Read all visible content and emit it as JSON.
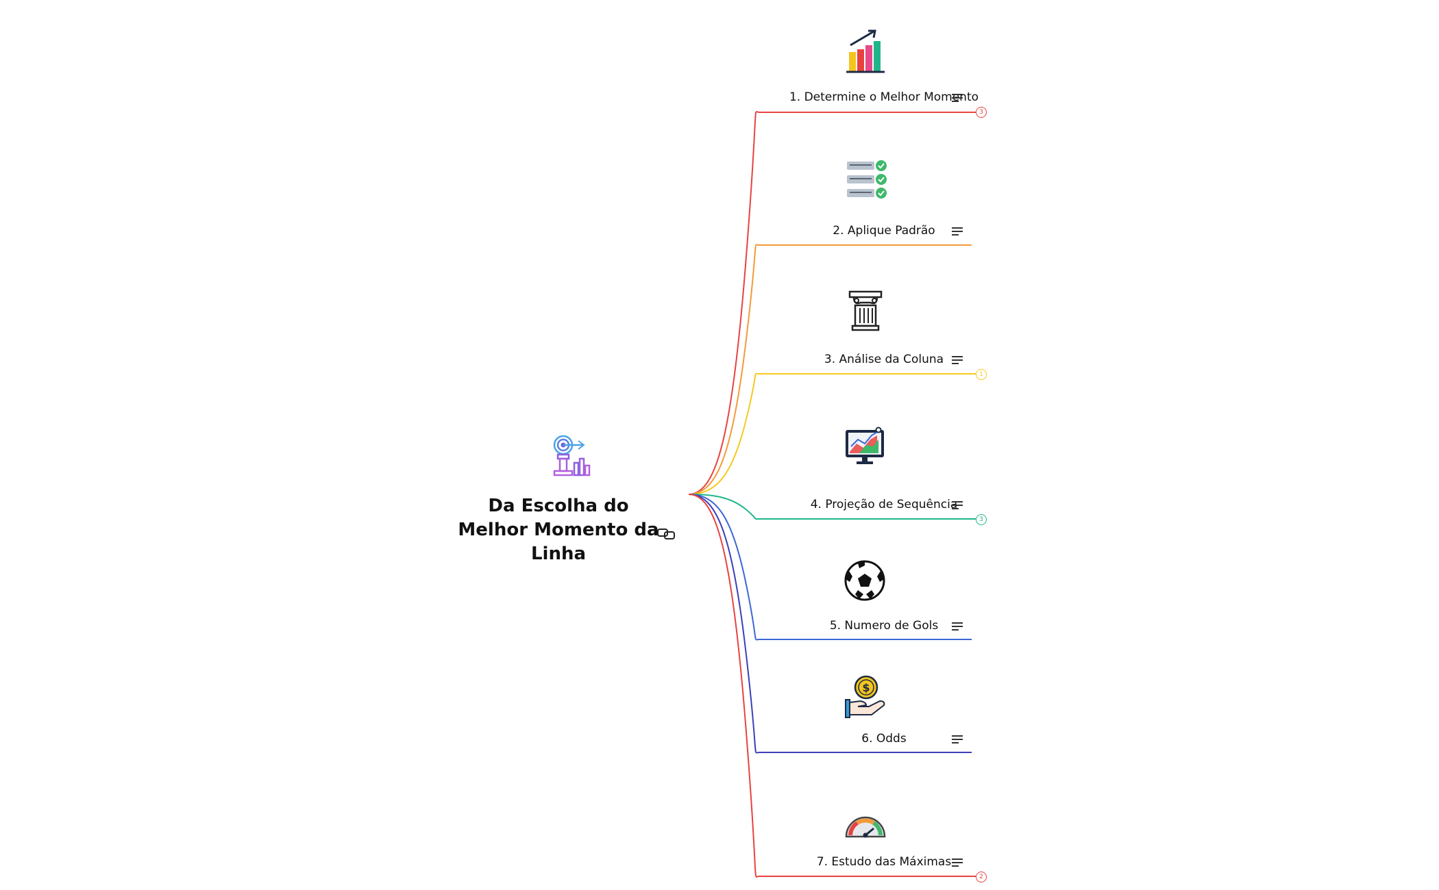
{
  "root": {
    "title_lines": [
      "Da Escolha do",
      "Melhor Momento da",
      "Linha"
    ],
    "icon": "target-chess-icon",
    "link_icon": "link-icon"
  },
  "branches": [
    {
      "label": "1. Determine o Melhor Momento",
      "color": "#e8423f",
      "icon": "bar-chart-growth-icon",
      "badge": "3"
    },
    {
      "label": "2. Aplique Padrão",
      "color": "#f29a38",
      "icon": "checklist-icon",
      "badge": ""
    },
    {
      "label": "3. Análise da Coluna",
      "color": "#f6c91e",
      "icon": "column-pillar-icon",
      "badge": "1"
    },
    {
      "label": "4. Projeção de Sequência",
      "color": "#1fb68a",
      "icon": "monitor-chart-icon",
      "badge": "3"
    },
    {
      "label": "5. Numero de Gols",
      "color": "#3a66d6",
      "icon": "soccer-ball-icon",
      "badge": ""
    },
    {
      "label": "6. Odds",
      "color": "#3b3fb8",
      "icon": "hand-coin-icon",
      "badge": ""
    },
    {
      "label": "7. Estudo das Máximas",
      "color": "#e8423f",
      "icon": "speedometer-gauge-icon",
      "badge": "2"
    }
  ]
}
